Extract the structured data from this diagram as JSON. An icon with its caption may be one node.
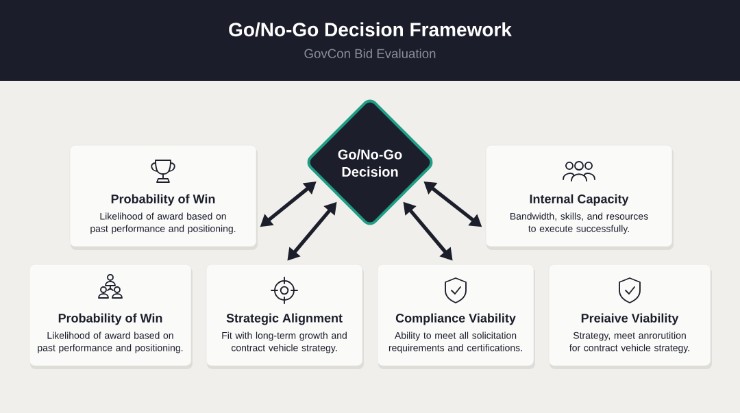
{
  "diagram": {
    "title": "Go/No-Go Decision Framework",
    "nodes": [
      {
        "text": [
          "Go/No-Go Decision"
        ]
      },
      {
        "text": [
          "Probability of Win",
          "Likelihood of award based on past performance and positioning."
        ]
      },
      {
        "text": [
          "Internal Capacity",
          "Bandwidth, skills, and resources to execute successfully."
        ]
      },
      {
        "text": [
          "Probability of Win",
          "Likelihood of award based on past performance and positioning."
        ]
      },
      {
        "text": [
          "Strategic Alignment",
          "Fit with long-term growth and contract vehicle strategy."
        ]
      },
      {
        "text": [
          "Compliance Viability",
          "Ability to meet all solicitation requirements and certifications."
        ]
      },
      {
        "text": [
          "Preiaive Viability",
          "Strategy, meet anrorutition for contract vehicle strategy."
        ]
      }
    ],
    "edges": [
      {
        "from": 0,
        "to": 1,
        "arrow": "both"
      },
      {
        "from": 0,
        "to": 4,
        "arrow": "both"
      },
      {
        "from": 0,
        "to": 5,
        "arrow": "both"
      },
      {
        "from": 0,
        "to": 2,
        "arrow": "both"
      }
    ],
    "labels": [
      "GovCon Bid Evaluation"
    ]
  }
}
